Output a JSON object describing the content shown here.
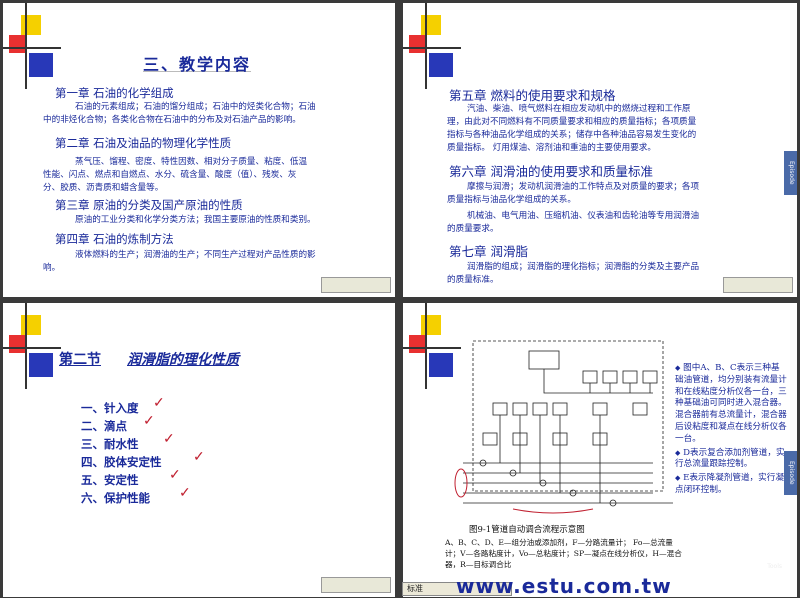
{
  "slide1": {
    "title": "三、教学内容",
    "chapters": [
      {
        "label": "第一章 石油的化学组成",
        "text": [
          "石油的元素组成；石油的馏分组成；石油中的烃类化合物；石油",
          "中的非烃化合物；各类化合物在石油中的分布及对石油产品的影响。"
        ]
      },
      {
        "label": "第二章 石油及油品的物理化学性质",
        "text": [
          "蒸气压、馏程、密度、特性因数、相对分子质量、粘度、低温",
          "性能、闪点、燃点和自燃点、水分、硫含量、酸度（值）、残炭、灰",
          "分、胶质、沥青质和蜡含量等。"
        ]
      },
      {
        "label": "第三章 原油的分类及国产原油的性质",
        "text": [
          "原油的工业分类和化学分类方法；我国主要原油的性质和类别。"
        ]
      },
      {
        "label": "第四章 石油的炼制方法",
        "text": [
          "液体燃料的生产；润滑油的生产；不同生产过程对产品性质的影",
          "响。"
        ]
      }
    ]
  },
  "slide2": {
    "chapters": [
      {
        "label": "第五章 燃料的使用要求和规格",
        "text": [
          "汽油、柴油、喷气燃料在相应发动机中的燃烧过程和工作原",
          "理，由此对不同燃料有不同质量要求和相应的质量指标；各项质量",
          "指标与各种油品化学组成的关系；储存中各种油品容易发生变化的",
          "质量指标。 灯用煤油、溶剂油和重油的主要使用要求。"
        ]
      },
      {
        "label": "第六章 润滑油的使用要求和质量标准",
        "text": [
          "摩擦与润滑；发动机润滑油的工作特点及对质量的要求；各项",
          "质量指标与油品化学组成的关系。",
          "机械油、电气用油、压缩机油、仪表油和齿轮油等专用润滑油",
          "的质量要求。"
        ]
      },
      {
        "label": "第七章 润滑脂",
        "text": [
          "润滑脂的组成；润滑脂的理化指标；润滑脂的分类及主要产品",
          "的质量标准。"
        ]
      }
    ],
    "tab_label": "Episode"
  },
  "slide3": {
    "section": "第二节",
    "title": "润滑脂的理化性质",
    "items": [
      "一、针入度",
      "二、滴点",
      "三、耐水性",
      "四、胶体安定性",
      "五、安定性",
      "六、保护性能"
    ]
  },
  "slide4": {
    "figure_title": "图9-1管道自动调合流程示意图",
    "caption": "A、B、C、D、E—组分油或添加剂，F—分路流量计； Fo—总流量计；V—各路粘度计，Vo—总粘度计；SP—凝点在线分析仪，H—混合器，R—目标调合比",
    "bullets": [
      "图中A、B、C表示三种基础油管道，均分别装有流量计和在线粘度分析仪各一台，三种基础油可同时进入混合器。混合器前有总流量计，混合器后设粘度和凝点在线分析仪各一台。",
      "D表示复合添加剂管道，实行总流量跟踪控制。",
      "E表示降凝剂管道，实行凝点闭环控制。"
    ],
    "tab_label": "Episode"
  },
  "watermark": "www.estu.com.tw",
  "taskbar": {
    "label": "标准"
  },
  "tools_label": "Tools",
  "colors": {
    "text": "#1a2a9a",
    "accent_red": "#c02030",
    "yellow": "#f5d000",
    "blue": "#2838b8"
  }
}
